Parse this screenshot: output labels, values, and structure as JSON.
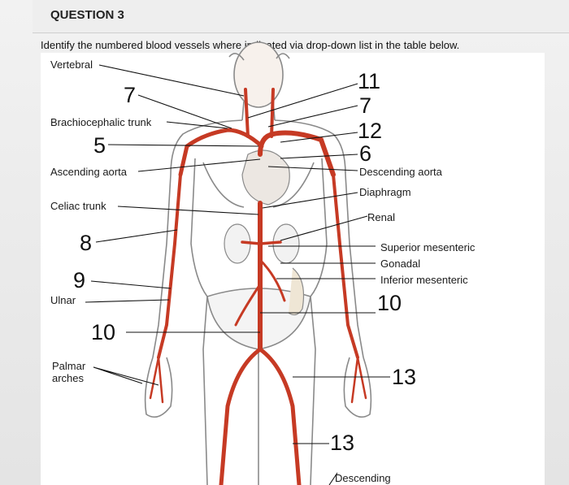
{
  "header": {
    "title": "QUESTION 3"
  },
  "instructions": "Identify the numbered blood vessels where indicated via drop-down list in the table below.",
  "labels": {
    "vertebral": "Vertebral",
    "brachiocephalic": "Brachiocephalic trunk",
    "ascending_aorta": "Ascending aorta",
    "celiac_trunk": "Celiac trunk",
    "ulnar": "Ulnar",
    "palmar_arches": "Palmar\narches",
    "descending_aorta": "Descending aorta",
    "diaphragm": "Diaphragm",
    "renal": "Renal",
    "superior_mesenteric": "Superior mesenteric",
    "gonadal": "Gonadal",
    "inferior_mesenteric": "Inferior mesenteric",
    "descending_bottom": "Descending"
  },
  "numbers": {
    "n7_left": "7",
    "n5": "5",
    "n8": "8",
    "n9": "9",
    "n10_left": "10",
    "n11": "11",
    "n7_right": "7",
    "n12": "12",
    "n6": "6",
    "n10_right": "10",
    "n13_upper": "13",
    "n13_lower": "13"
  },
  "colors": {
    "artery": "#c63a24",
    "outline": "#8a8a8a",
    "leader": "#111111"
  }
}
